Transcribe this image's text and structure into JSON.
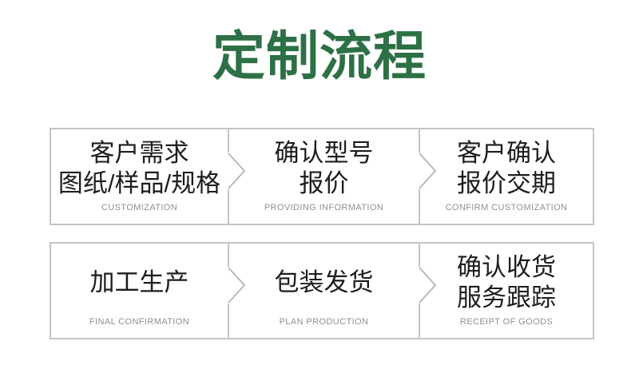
{
  "title": "定制流程",
  "colors": {
    "title_green": "#2d7046",
    "border_gray": "#c5c5c5",
    "chevron_gray": "#b9b9b9",
    "step_text_dark": "#1d1d1d",
    "step_label_gray": "#8f8f8f",
    "background": "#ffffff"
  },
  "process": {
    "rows": [
      {
        "steps": [
          {
            "cn_lines": [
              "客户需求",
              "图纸/样品/规格"
            ],
            "en_label": "CUSTOMIZATION"
          },
          {
            "cn_lines": [
              "确认型号",
              "报价"
            ],
            "en_label": "PROVIDING INFORMATION"
          },
          {
            "cn_lines": [
              "客户确认",
              "报价交期"
            ],
            "en_label": "CONFIRM CUSTOMIZATION"
          }
        ]
      },
      {
        "steps": [
          {
            "cn_lines": [
              "加工生产"
            ],
            "en_label": "FINAL CONFIRMATION"
          },
          {
            "cn_lines": [
              "包装发货"
            ],
            "en_label": "PLAN PRODUCTION"
          },
          {
            "cn_lines": [
              "确认收货",
              "服务跟踪"
            ],
            "en_label": "RECEIPT OF GOODS"
          }
        ]
      }
    ]
  }
}
